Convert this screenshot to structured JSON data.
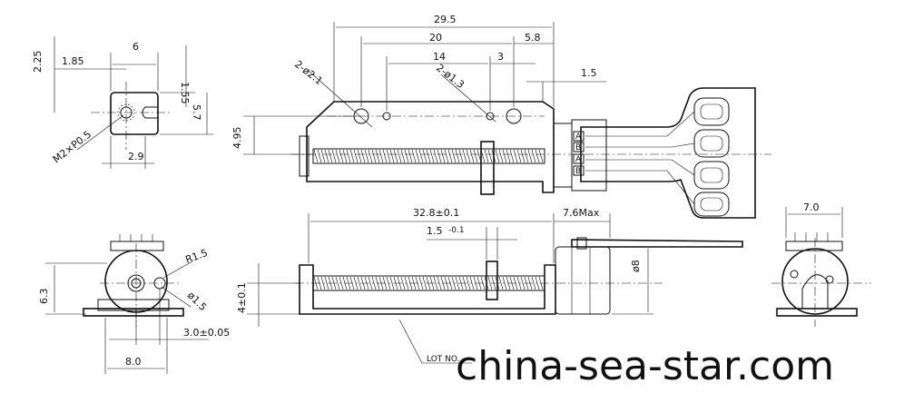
{
  "dimensions": {
    "front": {
      "overall": "29.5",
      "hole_span": "20",
      "right_offset": "5.8",
      "inner_span": "14",
      "small_gap": "3",
      "hole_large": "2-ø2.1",
      "hole_small": "2-ø1.3",
      "flange": "1.5",
      "height": "4.95"
    },
    "left_top": {
      "width": "6",
      "left_offset": "1.85",
      "top_height": "2.25",
      "side_a": "1.55",
      "side_b": "5.7",
      "screw": "M2×P0.5",
      "slot": "2.9"
    },
    "side": {
      "length": "32.8±0.1",
      "stroke": "1.5",
      "stroke_tol": "-0.1",
      "motor": "7.6Max",
      "diameter": "ø8",
      "shaft_height": "4±0.1"
    },
    "left_bottom": {
      "radius": "R1.5",
      "pin": "ø1.5",
      "height": "6.3",
      "offset": "3.0±0.05",
      "width": "8.0"
    },
    "right_end": {
      "width": "7.0"
    },
    "label": {
      "lot": "LOT NO."
    }
  },
  "pcb": {
    "pad_labels": [
      "A",
      "B",
      "A",
      "B"
    ]
  },
  "watermark": "china-sea-star.com"
}
